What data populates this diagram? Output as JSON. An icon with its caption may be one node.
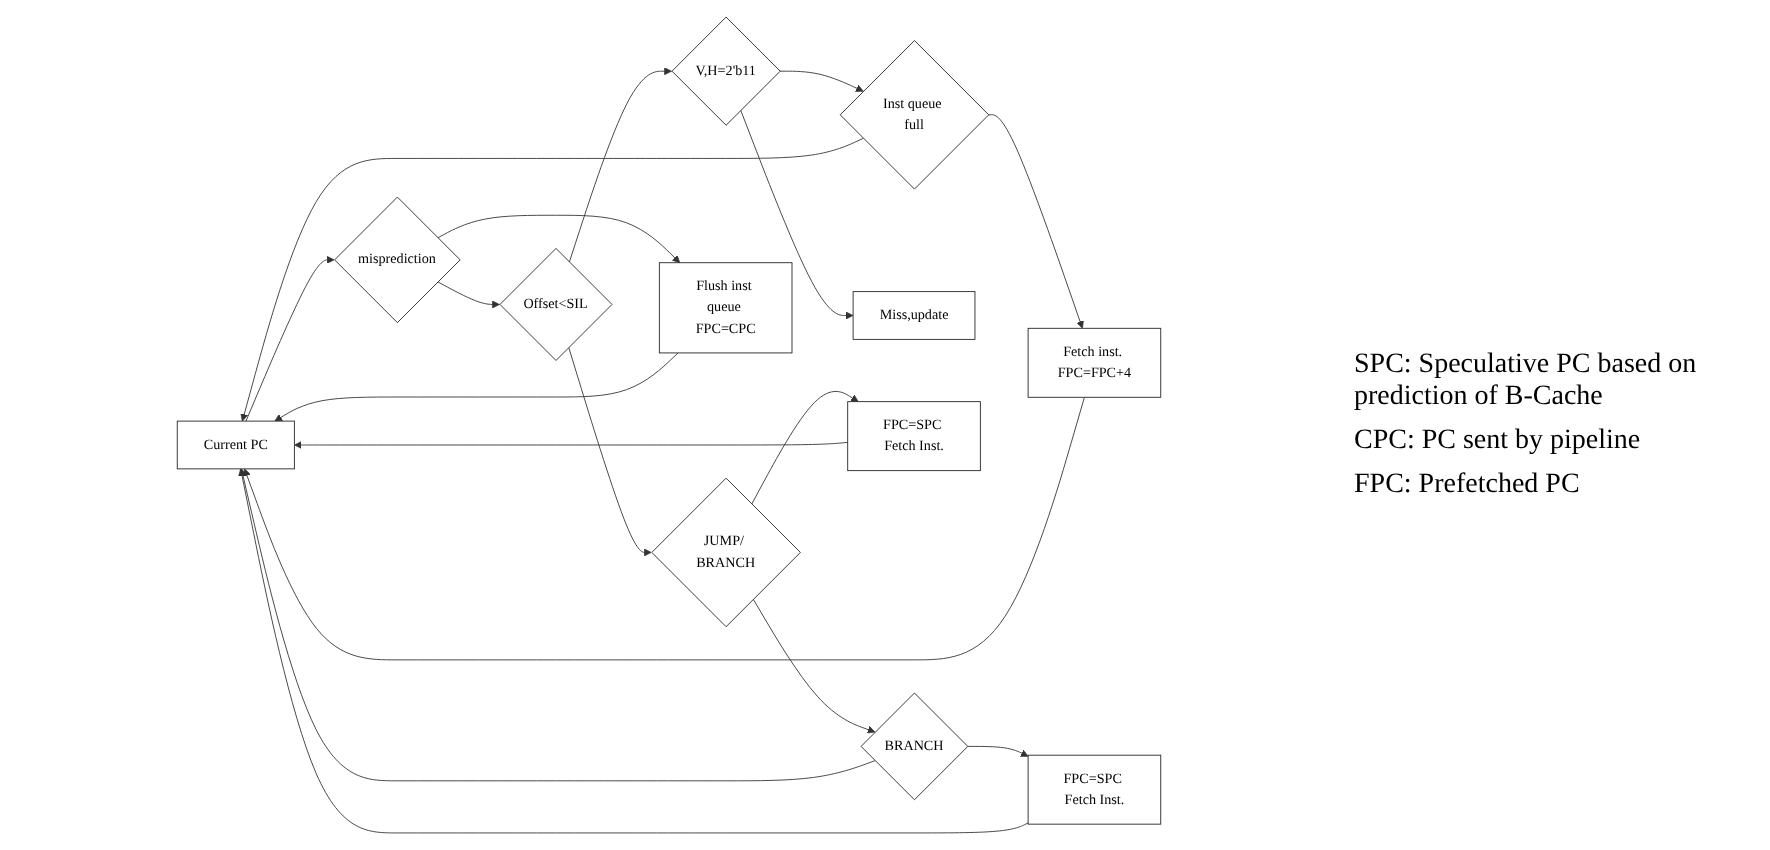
{
  "diagram": {
    "nodes": [
      {
        "text": [
          "Current PC"
        ]
      },
      {
        "text": [
          "misprediction"
        ]
      },
      {
        "text": [
          "Offset<SIL"
        ]
      },
      {
        "text": [
          "V,H=2'b11"
        ]
      },
      {
        "text": [
          "Inst queue full"
        ]
      },
      {
        "text": [
          "Fetch inst. FPC=FPC+4"
        ]
      },
      {
        "text": [
          "Flush inst queue FPC=CPC"
        ]
      },
      {
        "text": [
          "Miss,update"
        ]
      },
      {
        "text": [
          "JUMP/ BRANCH"
        ]
      },
      {
        "text": [
          "FPC=SPC Fetch Inst."
        ]
      },
      {
        "text": [
          "BRANCH"
        ]
      },
      {
        "text": [
          "FPC=SPC Fetch Inst."
        ]
      }
    ],
    "edges": [
      {
        "from": 0,
        "to": 1,
        "arrow": "to"
      },
      {
        "from": 1,
        "to": 2,
        "arrow": "to"
      },
      {
        "from": 2,
        "to": 3,
        "arrow": "to"
      },
      {
        "from": 3,
        "to": 4,
        "arrow": "to"
      },
      {
        "from": 4,
        "to": 5,
        "arrow": "to"
      },
      {
        "from": 1,
        "to": 6,
        "arrow": "to"
      },
      {
        "from": 3,
        "to": 7,
        "arrow": "to"
      },
      {
        "from": 2,
        "to": 8,
        "arrow": "to"
      },
      {
        "from": 8,
        "to": 9,
        "arrow": "to"
      },
      {
        "from": 8,
        "to": 10,
        "arrow": "to"
      },
      {
        "from": 10,
        "to": 11,
        "arrow": "to"
      },
      {
        "from": 5,
        "to": 0,
        "arrow": "to"
      },
      {
        "from": 4,
        "to": 0,
        "arrow": "to"
      },
      {
        "from": 6,
        "to": 0,
        "arrow": "to"
      },
      {
        "from": 10,
        "to": 0,
        "arrow": "to"
      },
      {
        "from": 11,
        "to": 0,
        "arrow": "to"
      },
      {
        "from": 9,
        "to": 0,
        "arrow": "to"
      }
    ],
    "labels": [
      "SPC: Speculative PC based on prediction of B-Cache",
      "CPC: PC sent by pipeline",
      "FPC: Prefetched PC"
    ]
  }
}
